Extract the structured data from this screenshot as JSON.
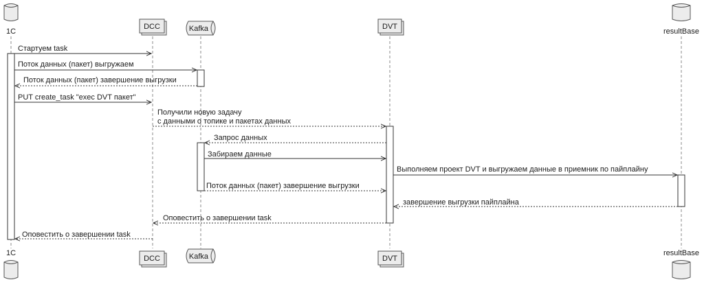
{
  "participants": {
    "c1": "1C",
    "dcc": "DCC",
    "kafka": "Kafka",
    "dvt": "DVT",
    "resultBase": "resultBase"
  },
  "messages": {
    "m1": "Стартуем task",
    "m2": "Поток данных (пакет) выгружаем",
    "m3": "Поток данных (пакет) завершение выгрузки",
    "m4": "PUT create_task \"exec DVT пакет\"",
    "m5_line1": "Получили новую задачу",
    "m5_line2": "с данными о топике и пакетах данных",
    "m6": "Запрос данных",
    "m7": "Забираем данные",
    "m8": "Выполняем проект DVT и выгружаем данные в приемник по пайплайну",
    "m9": "Поток данных (пакет) завершение выгрузки",
    "m10": "завершение выгрузки пайплайна",
    "m11": "Оповестить о завершении task",
    "m12": "Оповестить о завершении task"
  }
}
